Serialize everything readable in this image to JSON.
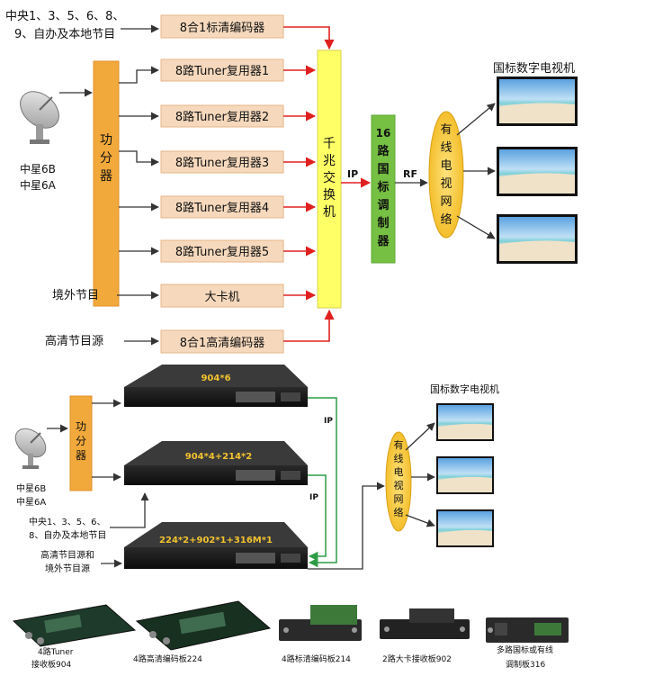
{
  "top": {
    "cctv_sources": [
      "中央1、3、5、6、8、",
      "9、自办及本地节目"
    ],
    "box_sd_encoder": "8合1标清编码器",
    "tuner_muxes": [
      "8路Tuner复用器1",
      "8路Tuner复用器2",
      "8路Tuner复用器3",
      "8路Tuner复用器4",
      "8路Tuner复用器5"
    ],
    "splitter_chars": [
      "功",
      "分",
      "器"
    ],
    "satellite_labels": [
      "中星6B",
      "中星6A"
    ],
    "overseas_label": "境外节目",
    "box_card": "大卡机",
    "hd_source_label": "高清节目源",
    "box_hd_encoder": "8合1高清编码器",
    "switch_chars": [
      "千",
      "兆",
      "交",
      "换",
      "机"
    ],
    "ip_label": "IP",
    "modulator_chars": [
      "16",
      "路",
      "国",
      "标",
      "调",
      "制",
      "器"
    ],
    "rf_label": "RF",
    "network_chars": [
      "有",
      "线",
      "电",
      "视",
      "网",
      "络"
    ],
    "tv_title": "国标数字电视机"
  },
  "bottom": {
    "splitter_chars": [
      "功",
      "分",
      "器"
    ],
    "satellite_labels": [
      "中星6B",
      "中星6A"
    ],
    "device_labels": [
      "904*6",
      "904*4+214*2",
      "224*2+902*1+316M*1"
    ],
    "ip_labels": [
      "IP",
      "IP"
    ],
    "cctv_sources": [
      "中央1、3、5、6、",
      "8、自办及本地节目"
    ],
    "hd_sources": [
      "高清节目源和",
      "境外节目源"
    ],
    "network_chars": [
      "有",
      "线",
      "电",
      "视",
      "网",
      "络"
    ],
    "tv_title": "国标数字电视机"
  },
  "boards": [
    {
      "name_lines": [
        "4路Tuner",
        "接收板904"
      ]
    },
    {
      "name_lines": [
        "4路高清编码板224"
      ]
    },
    {
      "name_lines": [
        "4路标清编码板214"
      ]
    },
    {
      "name_lines": [
        "2路大卡接收板902"
      ]
    },
    {
      "name_lines": [
        "多路国标或有线",
        "调制板316"
      ]
    }
  ],
  "colors": {
    "splitter": "#f2a93b",
    "switch": "#ffff66",
    "modulator": "#76c043",
    "network": "#f7c531",
    "box": "#f6d9bd",
    "arrow_red": "#e02020",
    "arrow_green": "#2e9c46"
  }
}
